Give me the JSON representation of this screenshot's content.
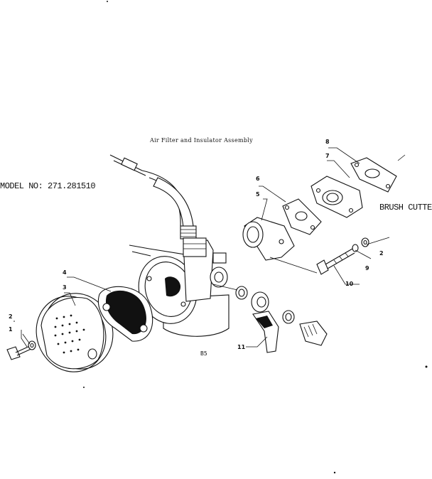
{
  "diagram": {
    "title": "Air Filter and Insulator Assembly",
    "model": "MODEL NO: 271.281510",
    "product": "BRUSH CUTTER",
    "figure_code": "B5",
    "callouts": [
      "1",
      "2",
      "3",
      "4",
      "5",
      "6",
      "7",
      "8",
      "2",
      "9",
      "10",
      "11"
    ]
  }
}
